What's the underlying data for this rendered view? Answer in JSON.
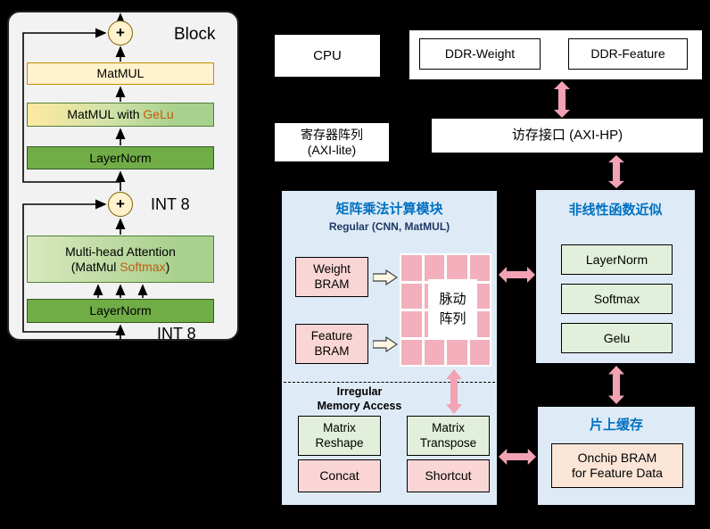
{
  "colors": {
    "accent_blue": "#0070C0",
    "dark_navy": "#1F3864",
    "arrow_pink": "#F2A2B3",
    "module_blue": "#DEEBF7",
    "box_pink": "#F9D6D5",
    "box_green_light": "#E2EFDA",
    "box_peach": "#FBE5D6",
    "green_solid": "#70AD47",
    "cream": "#FFF2CC",
    "highlight_orange": "#C55A11"
  },
  "block": {
    "title": "Block",
    "plus": "+",
    "int8_mid": "INT 8",
    "int8_bottom": "INT 8",
    "matmul": "MatMUL",
    "matmul_gelu_prefix": "MatMUL with ",
    "matmul_gelu_hl": "GeLu",
    "layernorm_upper": "LayerNorm",
    "mha_line1": "Multi-head Attention",
    "mha_prefix": "(MatMul ",
    "mha_hl": "Softmax",
    "mha_suffix": ")",
    "layernorm_lower": "LayerNorm"
  },
  "system": {
    "cpu": "CPU",
    "ddr_weight": "DDR-Weight",
    "ddr_feature": "DDR-Feature",
    "register_array_line1": "寄存器阵列",
    "register_array_line2": "(AXI-lite)",
    "memory_interface": "访存接口 (AXI-HP)"
  },
  "matmul_module": {
    "title": "矩阵乘法计算模块",
    "subtitle": "Regular (CNN, MatMUL)",
    "weight_bram": [
      "Weight",
      "BRAM"
    ],
    "feature_bram": [
      "Feature",
      "BRAM"
    ],
    "systolic": [
      "脉动",
      "阵列"
    ],
    "irregular": [
      "Irregular",
      "Memory Access"
    ],
    "matrix_reshape": [
      "Matrix",
      "Reshape"
    ],
    "matrix_transpose": [
      "Matrix",
      "Transpose"
    ],
    "concat": "Concat",
    "shortcut": "Shortcut"
  },
  "nonlinear_module": {
    "title": "非线性函数近似",
    "layernorm": "LayerNorm",
    "softmax": "Softmax",
    "gelu": "Gelu"
  },
  "cache_module": {
    "title": "片上缓存",
    "bram": [
      "Onchip BRAM",
      "for Feature Data"
    ]
  }
}
